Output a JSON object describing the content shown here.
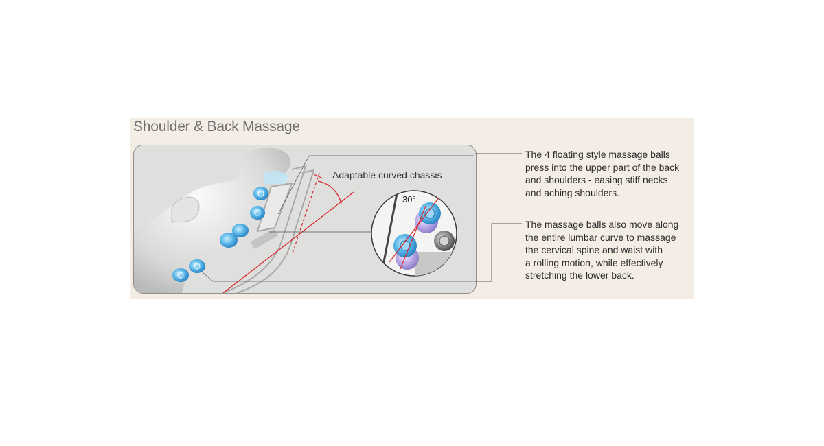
{
  "title": "Shoulder & Back Massage",
  "diagram": {
    "chassis_label": "Adaptable curved chassis",
    "angle_label": "30°",
    "accent_color": "#d8262b",
    "ball_color": "#4aa9e3"
  },
  "callouts": [
    {
      "lines": [
        "The 4 floating style massage balls",
        "press into the upper part of the back",
        "and shoulders - easing stiff necks",
        "and aching shoulders."
      ]
    },
    {
      "lines": [
        "The massage balls also move along",
        "the entire lumbar curve to massage",
        "the cervical spine and waist with",
        "a rolling motion, while effectively",
        "stretching the lower back."
      ]
    }
  ]
}
